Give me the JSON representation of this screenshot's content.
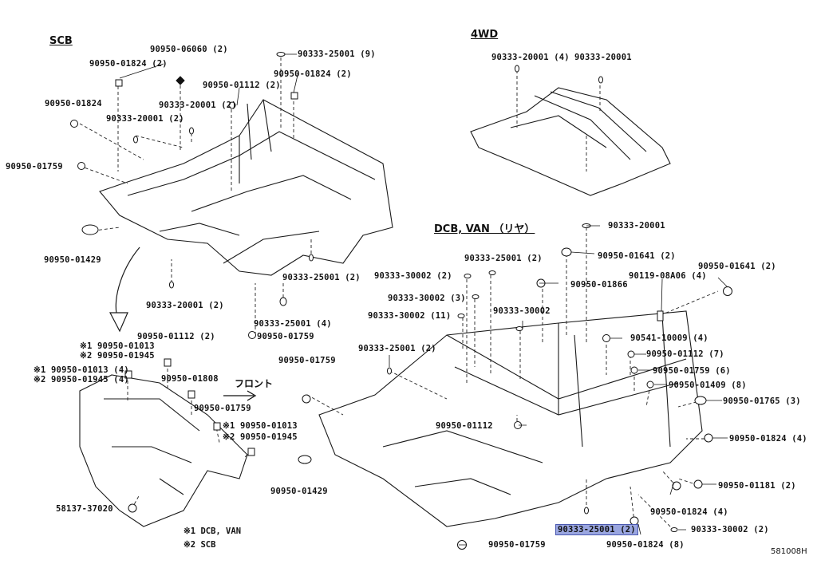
{
  "headers": {
    "scb": "SCB",
    "fwd": "4WD",
    "dcb": "DCB, VAN （リヤ）"
  },
  "front_label": "フロント",
  "figure_code": "581008H",
  "legend": {
    "mark1": "※1  DCB, VAN",
    "mark2": "※2  SCB"
  },
  "highlighted_part": "90333-25001 (2)",
  "parts": {
    "p_06060": "90950-06060 (2)",
    "p_25001_9": "90333-25001 (9)",
    "p_01824_2a": "90950-01824 (2)",
    "p_01112_2a": "90950-01112 (2)",
    "p_01824_2b": "90950-01824 (2)",
    "p_01824_a": "90950-01824",
    "p_20001_2a": "90333-20001 (2)",
    "p_20001_2b": "90333-20001 (2)",
    "p_01759_a": "90950-01759",
    "p_01429_a": "90950-01429",
    "p_25001_2a": "90333-25001 (2)",
    "p_20001_2c": "90333-20001 (2)",
    "p_25001_4": "90333-25001 (4)",
    "p_01759_b": "90950-01759",
    "p_01112_2b": "90950-01112 (2)",
    "p_m1_01013": "※1  90950-01013",
    "p_m2_01945": "※2  90950-01945",
    "p_m1_01013_4": "※1  90950-01013 (4)",
    "p_m2_01945_4": "※2  90950-01945 (4)",
    "p_01808": "90950-01808",
    "p_01759_c": "90950-01759",
    "p_m1_01013_b": "※1  90950-01013",
    "p_m2_01945_b": "※2  90950-01945",
    "p_37020": "58137-37020",
    "p_01429_b": "90950-01429",
    "p_01759_d": "90950-01759",
    "p_4wd_20001_4": "90333-20001 (4)",
    "p_4wd_20001": "90333-20001",
    "p_dcb_20001": "90333-20001",
    "p_25001_2b": "90333-25001 (2)",
    "p_01641_2a": "90950-01641 (2)",
    "p_30002_2": "90333-30002 (2)",
    "p_01866": "90950-01866",
    "p_01641_2b": "90950-01641 (2)",
    "p_08a06": "90119-08A06 (4)",
    "p_30002_3": "90333-30002 (3)",
    "p_30002_11": "90333-30002 (11)",
    "p_30002": "90333-30002",
    "p_10009": "90541-10009 (4)",
    "p_25001_2c": "90333-25001 (2)",
    "p_01112_7": "90950-01112 (7)",
    "p_01759_6": "90950-01759 (6)",
    "p_01409_8": "90950-01409 (8)",
    "p_01765_3": "90950-01765 (3)",
    "p_01112_c": "90950-01112",
    "p_01824_4a": "90950-01824 (4)",
    "p_01181_2": "90950-01181 (2)",
    "p_01824_4b": "90950-01824 (4)",
    "p_30002_2b": "90333-30002 (2)",
    "p_01824_8": "90950-01824 (8)",
    "p_01759_e": "90950-01759"
  }
}
